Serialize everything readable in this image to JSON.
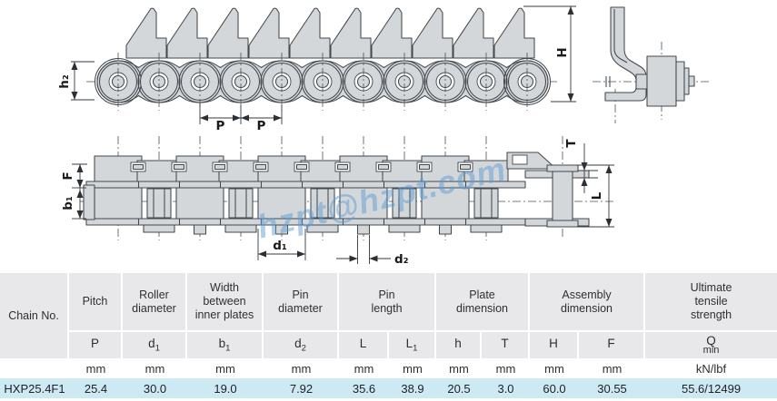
{
  "drawing": {
    "side_view": {
      "h2": "h₂",
      "p1": "P",
      "p2": "P",
      "H": "H"
    },
    "plan_view": {
      "F": "F",
      "b1": "b₁",
      "d1": "d₁",
      "d2": "d₂",
      "T": "T",
      "L": "L"
    },
    "watermark": "hzpt@hzpt.com"
  },
  "colors": {
    "gray": "#e8e8ea",
    "blue": "#cde9f4",
    "fill": "#d4d7da",
    "stroke": "#42484e",
    "wm": "#5f9fd4"
  },
  "table": {
    "chain_no": "Chain No.",
    "groups": [
      {
        "label": "Pitch"
      },
      {
        "label": "Roller\ndiameter"
      },
      {
        "label": "Width\nbetween\ninner plates"
      },
      {
        "label": "Pin\ndiameter"
      },
      {
        "label": "Pin\nlength"
      },
      {
        "label": "Plate\ndimension"
      },
      {
        "label": "Assembly\ndimension"
      },
      {
        "label": "Ultimate\ntensile\nstrength"
      }
    ],
    "symbols": [
      {
        "t": "P",
        "s": ""
      },
      {
        "t": "d",
        "s": "1"
      },
      {
        "t": "b",
        "s": "1"
      },
      {
        "t": "d",
        "s": "2"
      },
      {
        "t": "L",
        "s": ""
      },
      {
        "t": "L",
        "s": "1"
      },
      {
        "t": "h",
        "s": ""
      },
      {
        "t": "T",
        "s": ""
      },
      {
        "t": "H",
        "s": ""
      },
      {
        "t": "F",
        "s": ""
      },
      {
        "t": "Q",
        "s": "min"
      }
    ],
    "units": [
      "mm",
      "mm",
      "mm",
      "mm",
      "mm",
      "mm",
      "mm",
      "mm",
      "mm",
      "mm",
      "kN/lbf"
    ],
    "row": [
      "HXP25.4F1",
      "25.4",
      "30.0",
      "19.0",
      "7.92",
      "35.6",
      "38.9",
      "20.5",
      "3.0",
      "60.0",
      "30.55",
      "55.6/12499"
    ]
  }
}
